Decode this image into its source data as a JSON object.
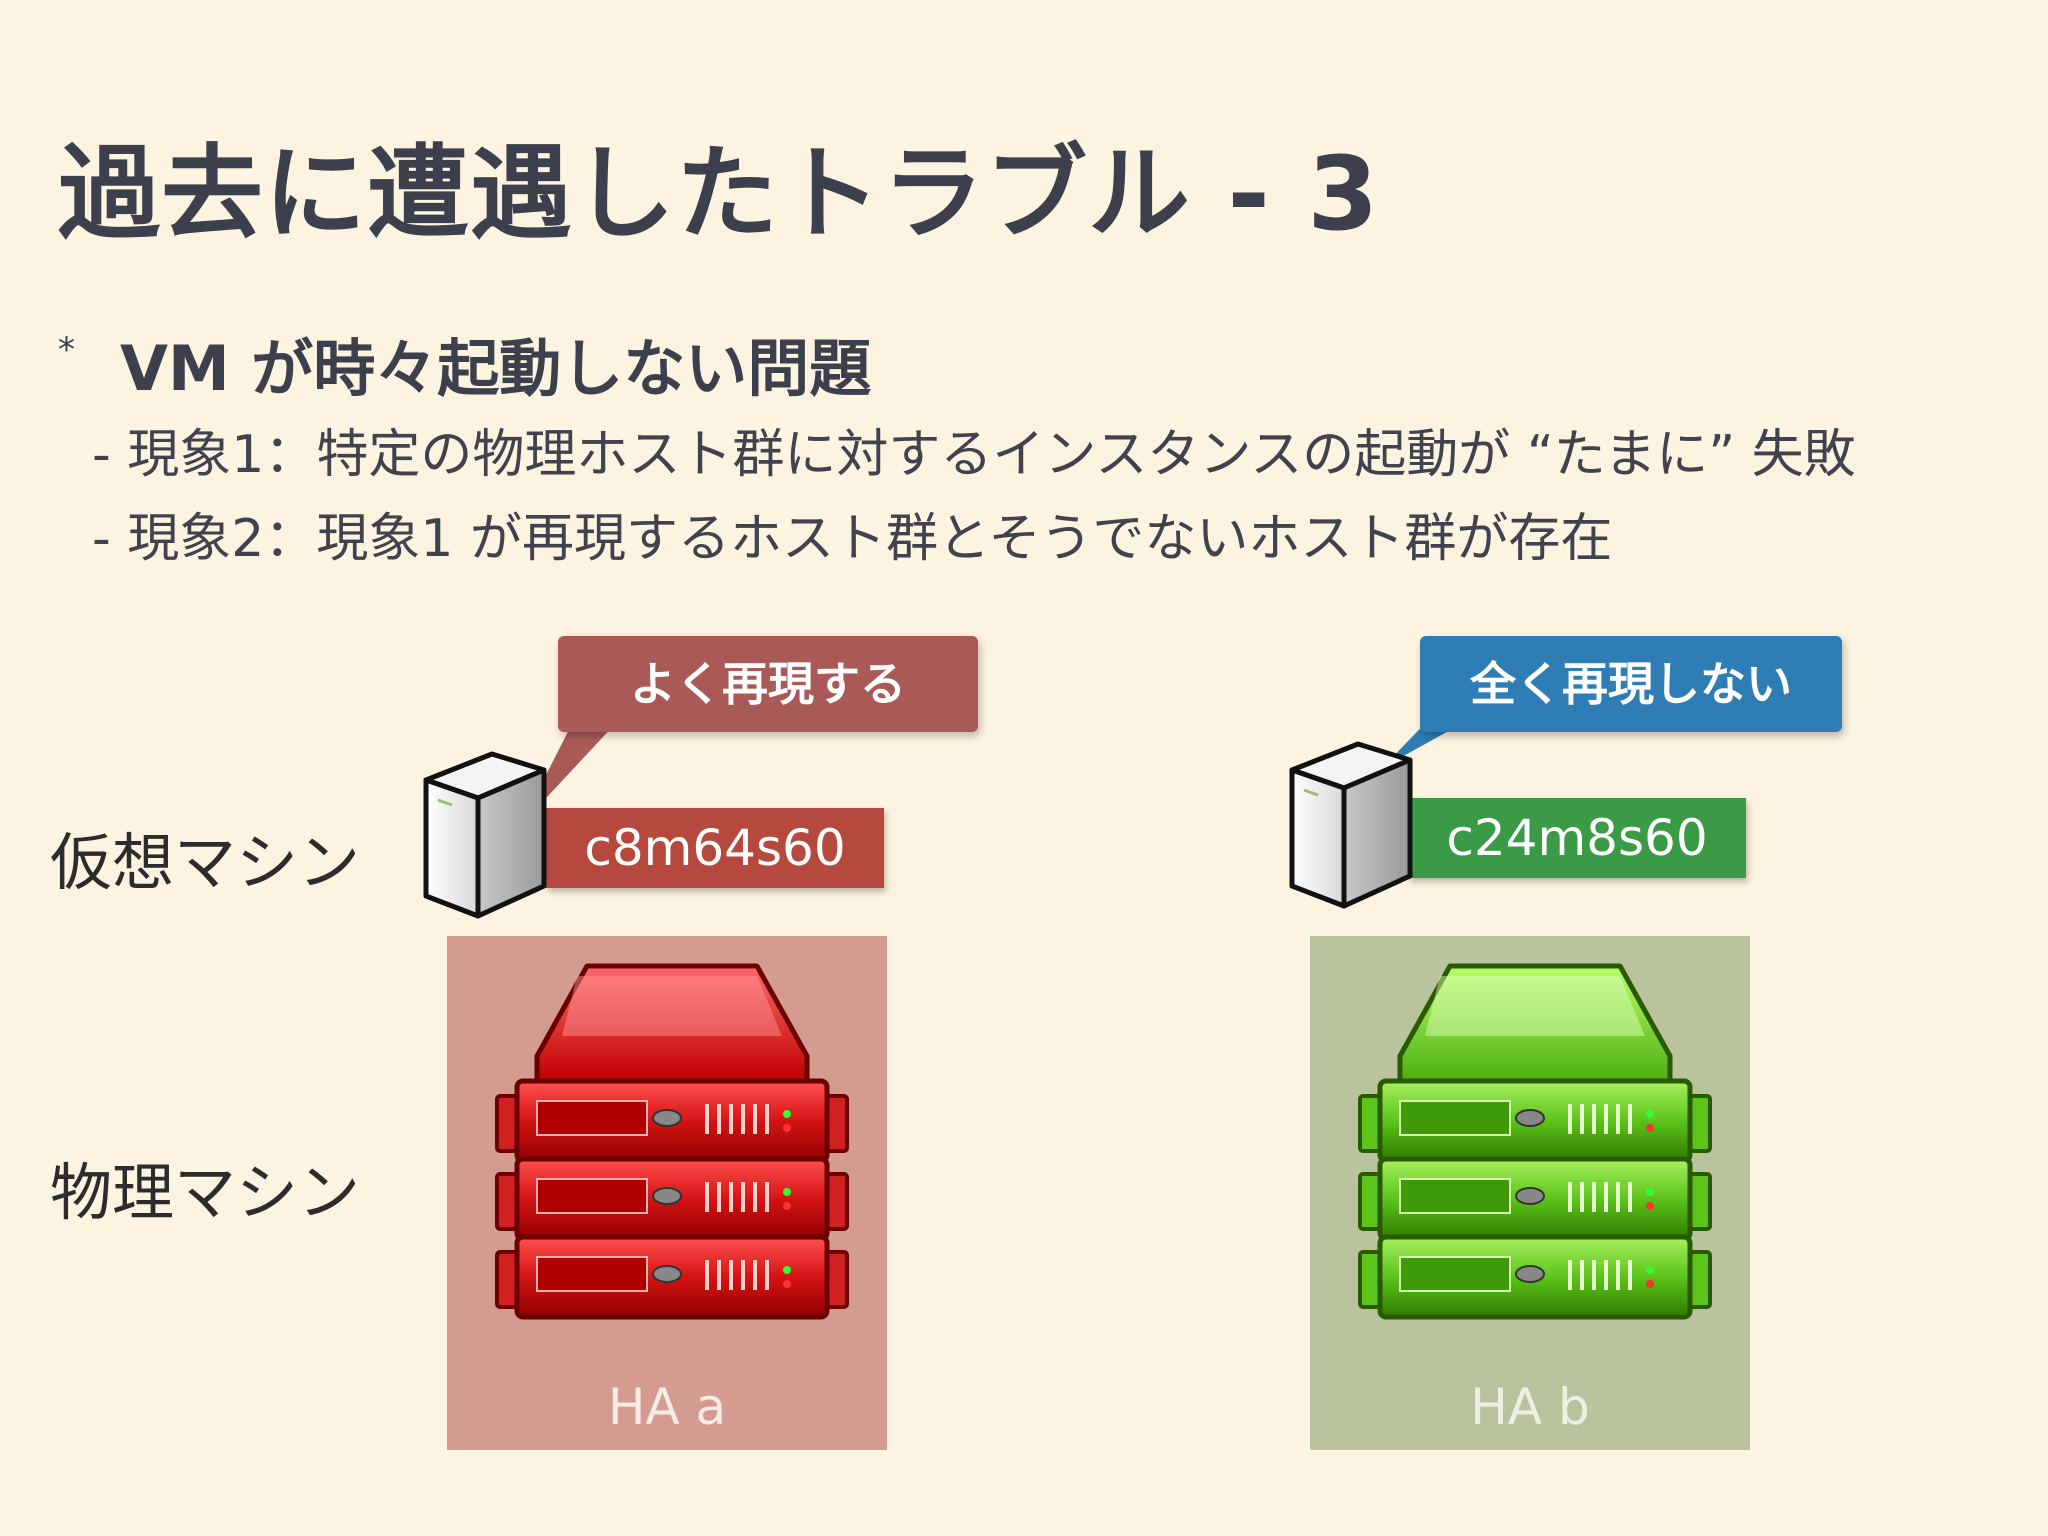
{
  "slide": {
    "title": "過去に遭遇したトラブル - 3",
    "bullet_mark": "*",
    "bullet": "VM が時々起動しない問題",
    "sub1": "- 現象1：特定の物理ホスト群に対するインスタンスの起動が “たまに” 失敗",
    "sub2": "- 現象2：現象1 が再現するホスト群とそうでないホスト群が存在"
  },
  "labels": {
    "virtual": "仮想マシン",
    "physical": "物理マシン"
  },
  "group_a": {
    "callout": "よく再現する",
    "vm_type": "c8m64s60",
    "host_label": "HA a",
    "icon": "server-rack-icon",
    "color": "#d42020"
  },
  "group_b": {
    "callout": "全く再現しない",
    "vm_type": "c24m8s60",
    "host_label": "HA b",
    "icon": "server-rack-icon",
    "color": "#5cc41a"
  }
}
